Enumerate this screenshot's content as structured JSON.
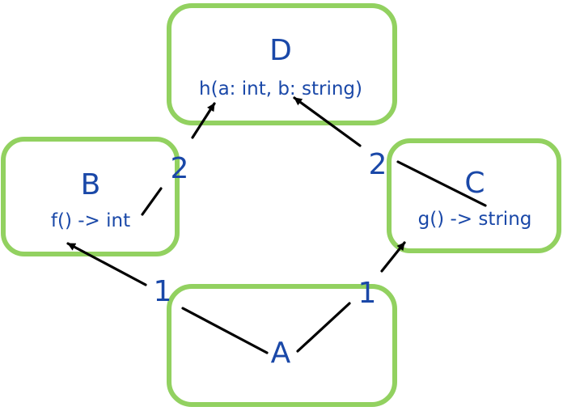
{
  "nodes": {
    "a": {
      "title": "A",
      "signature": ""
    },
    "b": {
      "title": "B",
      "signature": "f() -> int"
    },
    "c": {
      "title": "C",
      "signature": "g() -> string"
    },
    "d": {
      "title": "D",
      "signature": "h(a: int, b: string)"
    }
  },
  "edges": {
    "a_to_b": {
      "label": "1"
    },
    "a_to_c": {
      "label": "1"
    },
    "b_to_d": {
      "label": "2"
    },
    "c_to_d": {
      "label": "2"
    }
  },
  "colors": {
    "box_border": "#92d160",
    "text": "#1a48a8",
    "edge": "#000000"
  }
}
